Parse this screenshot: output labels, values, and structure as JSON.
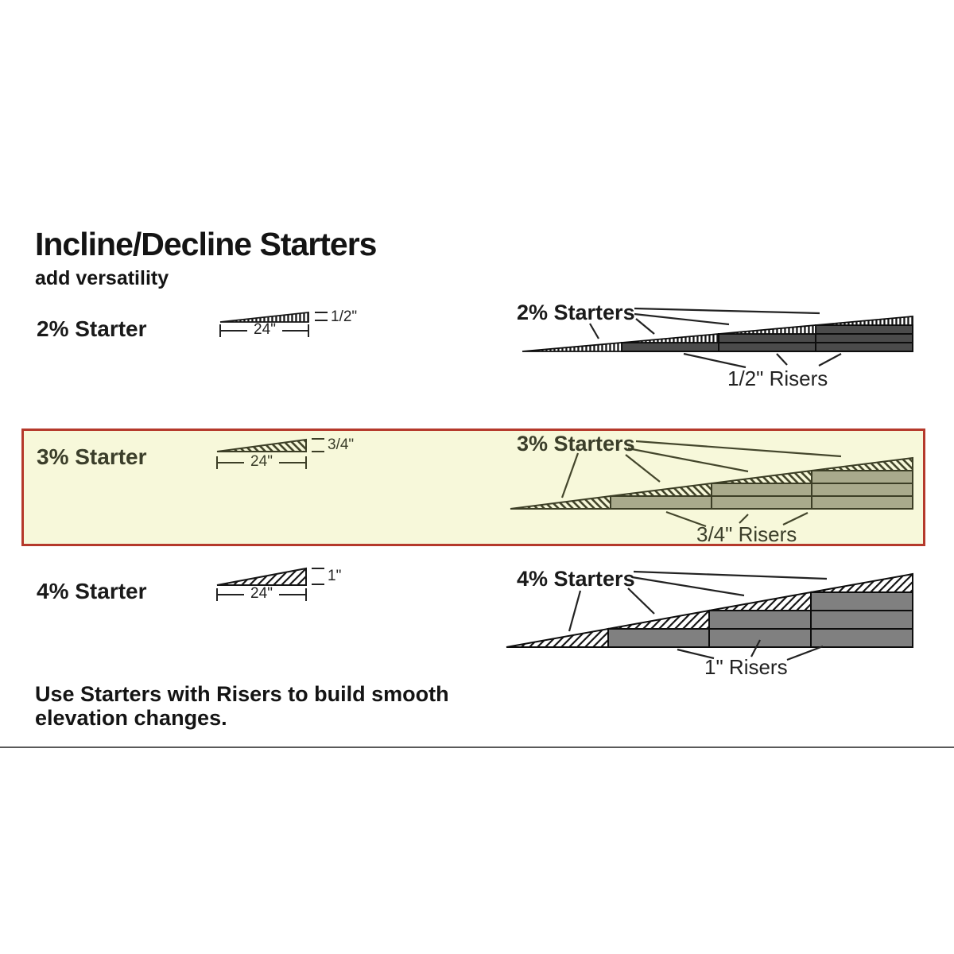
{
  "page": {
    "title": "Incline/Decline Starters",
    "subtitle": "add versatility",
    "footer_line1": "Use Starters with Risers to build smooth",
    "footer_line2": "elevation changes."
  },
  "rows": [
    {
      "starter_label": "2% Starter",
      "length_label": "24\"",
      "rise_label": "1/2\"",
      "group_label": "2% Starters",
      "risers_label": "1/2\" Risers",
      "highlighted": false
    },
    {
      "starter_label": "3% Starter",
      "length_label": "24\"",
      "rise_label": "3/4\"",
      "group_label": "3% Starters",
      "risers_label": "3/4\" Risers",
      "highlighted": true
    },
    {
      "starter_label": "4% Starter",
      "length_label": "24\"",
      "rise_label": "1\"",
      "group_label": "4% Starters",
      "risers_label": "1\" Risers",
      "highlighted": false
    }
  ],
  "diagram": {
    "type": "incline_ramp_comparison",
    "rows": [
      {
        "grade": "2%",
        "starter_length": "24\"",
        "starter_rise": "1/2\"",
        "riser_size": "1/2\"",
        "starter_segments": 4,
        "riser_rows_per_segment": [
          0,
          1,
          2,
          3
        ],
        "hatch": "vertical"
      },
      {
        "grade": "3%",
        "starter_length": "24\"",
        "starter_rise": "3/4\"",
        "riser_size": "3/4\"",
        "starter_segments": 4,
        "riser_rows_per_segment": [
          0,
          1,
          2,
          3
        ],
        "hatch": "backslash",
        "highlighted": true
      },
      {
        "grade": "4%",
        "starter_length": "24\"",
        "starter_rise": "1\"",
        "riser_size": "1\"",
        "starter_segments": 4,
        "riser_rows_per_segment": [
          0,
          1,
          2,
          3
        ],
        "hatch": "forward-slash"
      }
    ]
  },
  "colors": {
    "highlight_background": "#f7f8da",
    "highlight_border": "#b5392b",
    "riser_fill_2pct": "#4b4b4b",
    "riser_fill_3pct": "#a9aa8c",
    "riser_fill_4pct": "#808080",
    "olive_text": "#3b3e2a",
    "text": "#141414"
  }
}
